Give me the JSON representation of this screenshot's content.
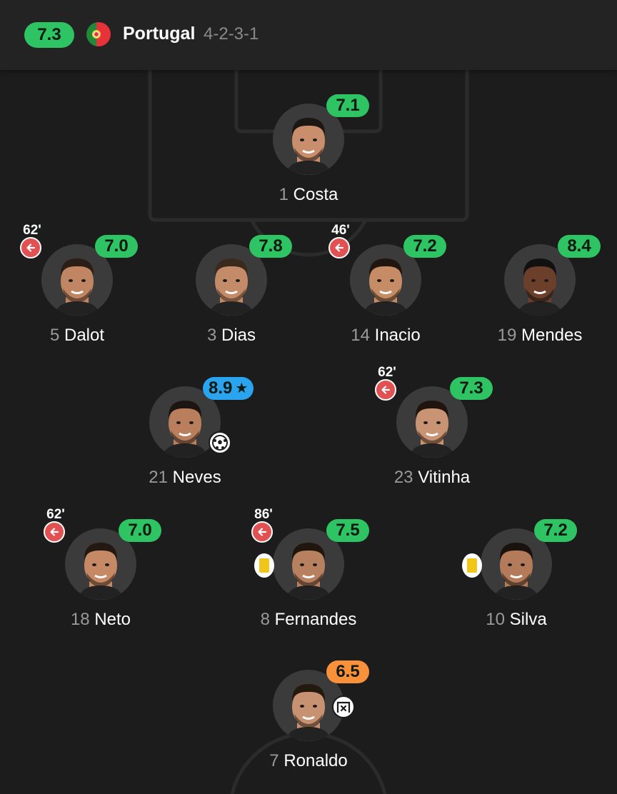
{
  "colors": {
    "background": "#1c1c1c",
    "header": "#232323",
    "rating_green": "#2fc463",
    "rating_blue": "#2aa4ee",
    "rating_orange": "#f8913a",
    "sub_red": "#e15151",
    "yellow_card": "#f2c51b",
    "pitch_line": "#2a2a2a"
  },
  "header": {
    "team_rating": "7.3",
    "team_name": "Portugal",
    "formation": "4-2-3-1",
    "flag_icon": "portugal-flag-icon"
  },
  "players": [
    {
      "number": "1",
      "name": "Costa",
      "rating": "7.1",
      "rating_color": "#2fc463",
      "sub_minute": "",
      "yellow_card": false,
      "event": ""
    },
    {
      "number": "5",
      "name": "Dalot",
      "rating": "7.0",
      "rating_color": "#2fc463",
      "sub_minute": "62'",
      "yellow_card": false,
      "event": ""
    },
    {
      "number": "3",
      "name": "Dias",
      "rating": "7.8",
      "rating_color": "#2fc463",
      "sub_minute": "",
      "yellow_card": false,
      "event": ""
    },
    {
      "number": "14",
      "name": "Inacio",
      "rating": "7.2",
      "rating_color": "#2fc463",
      "sub_minute": "46'",
      "yellow_card": false,
      "event": ""
    },
    {
      "number": "19",
      "name": "Mendes",
      "rating": "8.4",
      "rating_color": "#2fc463",
      "sub_minute": "",
      "yellow_card": false,
      "event": ""
    },
    {
      "number": "21",
      "name": "Neves",
      "rating": "8.9",
      "rating_color": "#2aa4ee",
      "star": true,
      "sub_minute": "",
      "yellow_card": false,
      "event": "goal-ball-icon"
    },
    {
      "number": "23",
      "name": "Vitinha",
      "rating": "7.3",
      "rating_color": "#2fc463",
      "sub_minute": "62'",
      "yellow_card": false,
      "event": ""
    },
    {
      "number": "18",
      "name": "Neto",
      "rating": "7.0",
      "rating_color": "#2fc463",
      "sub_minute": "62'",
      "yellow_card": false,
      "event": ""
    },
    {
      "number": "8",
      "name": "Fernandes",
      "rating": "7.5",
      "rating_color": "#2fc463",
      "sub_minute": "86'",
      "yellow_card": true,
      "event": ""
    },
    {
      "number": "10",
      "name": "Silva",
      "rating": "7.2",
      "rating_color": "#2fc463",
      "sub_minute": "",
      "yellow_card": true,
      "event": ""
    },
    {
      "number": "7",
      "name": "Ronaldo",
      "rating": "6.5",
      "rating_color": "#f8913a",
      "sub_minute": "",
      "yellow_card": false,
      "event": "missed-shot-icon"
    }
  ]
}
